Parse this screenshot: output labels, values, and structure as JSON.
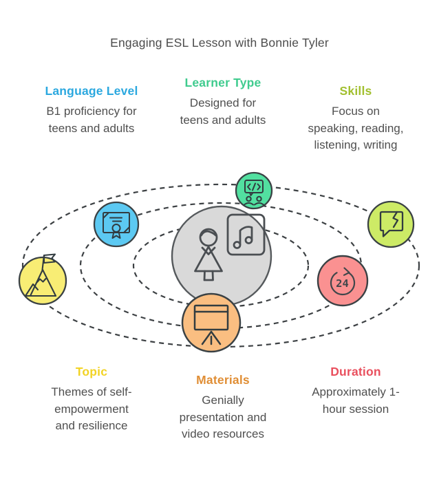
{
  "title": "Engaging ESL Lesson with Bonnie Tyler",
  "info_blocks": {
    "top": [
      {
        "id": "language-level",
        "label": "Language Level",
        "text": "B1 proficiency for\nteens and adults",
        "accent_color": "#2ba8df"
      },
      {
        "id": "learner-type",
        "label": "Learner Type",
        "text": "Designed for\nteens and adults",
        "accent_color": "#3fcb8e"
      },
      {
        "id": "skills",
        "label": "Skills",
        "text": "Focus on\nspeaking, reading,\nlistening, writing",
        "accent_color": "#a2c030"
      }
    ],
    "bottom": [
      {
        "id": "topic",
        "label": "Topic",
        "text": "Themes of self-\nempowerment\nand resilience",
        "accent_color": "#f2d325"
      },
      {
        "id": "materials",
        "label": "Materials",
        "text": "Genially\npresentation and\nvideo resources",
        "accent_color": "#e08e35"
      },
      {
        "id": "duration",
        "label": "Duration",
        "text": "Approximately 1-\nhour session",
        "accent_color": "#e9505e"
      }
    ]
  },
  "diagram": {
    "orbit_count": 3,
    "center": {
      "icon": "teacher-music-presentation-icon",
      "fill": "#d9d9d9"
    },
    "satellites": [
      {
        "icon": "workshop-screen-icon",
        "fill": "#52e0a0"
      },
      {
        "icon": "certificate-icon",
        "fill": "#5cc9f2"
      },
      {
        "icon": "mountain-flag-icon",
        "fill": "#f8ed74"
      },
      {
        "icon": "presentation-easel-icon",
        "fill": "#fabe81"
      },
      {
        "icon": "24-hour-icon",
        "fill": "#fa9191",
        "text": "24"
      },
      {
        "icon": "speech-bubble-icon",
        "fill": "#cdeb66"
      }
    ]
  }
}
